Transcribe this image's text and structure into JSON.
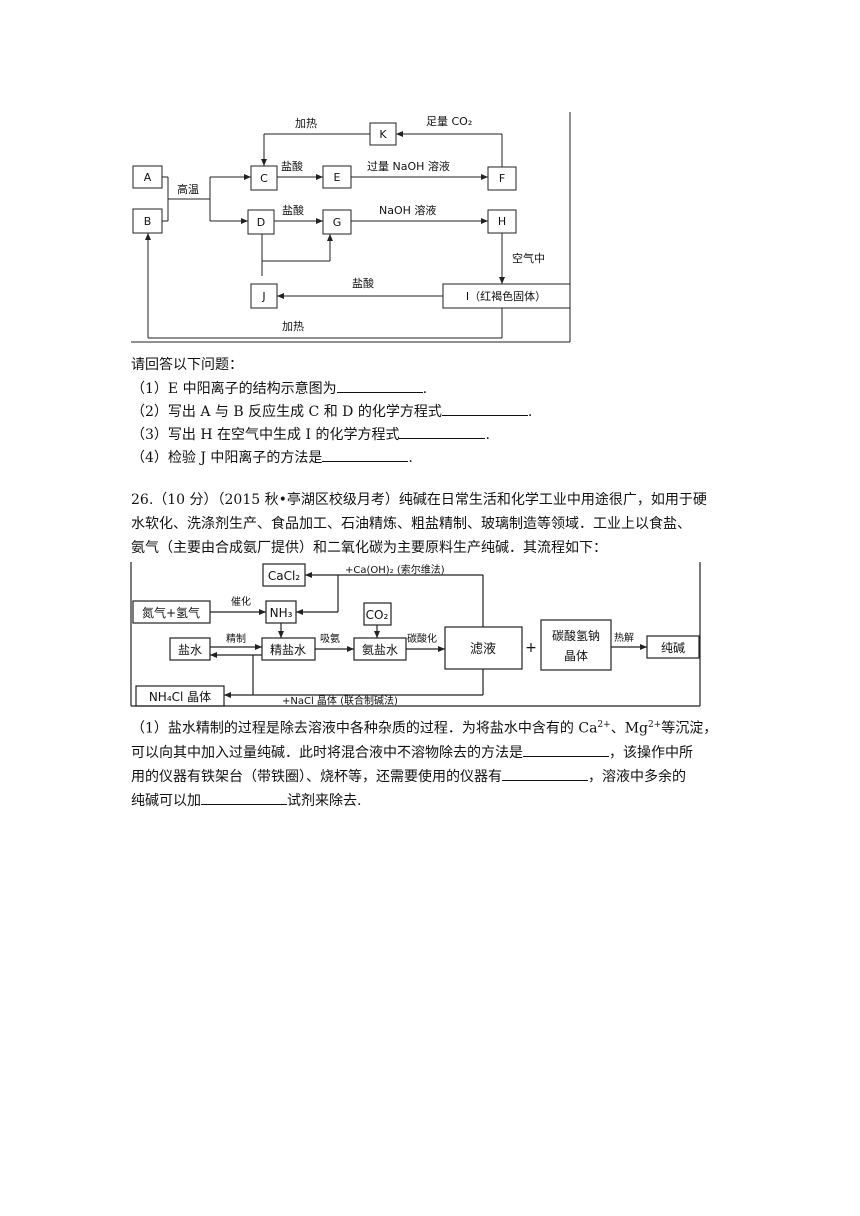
{
  "diagram1": {
    "nodes": {
      "A": "A",
      "B": "B",
      "C": "C",
      "D": "D",
      "E": "E",
      "F": "F",
      "G": "G",
      "H": "H",
      "J": "J",
      "K": "K",
      "I": "I（红褐色固体）"
    },
    "edge_labels": {
      "gaowen": "高温",
      "jiare_top": "加热",
      "zuliang_co2": "足量 CO₂",
      "yansuan_c": "盐酸",
      "guoliang_naoh": "过量 NaOH 溶液",
      "yansuan_d": "盐酸",
      "naoh": "NaOH 溶液",
      "kongqi": "空气中",
      "yansuan_i": "盐酸",
      "jiare_bottom": "加热"
    }
  },
  "q25": {
    "intro": "请回答以下问题：",
    "q1": "（1）E 中阳离子的结构示意图为",
    "q2": "（2）写出 A 与 B 反应生成 C 和 D 的化学方程式",
    "q3": "（3）写出 H 在空气中生成 I 的化学方程式",
    "q4": "（4）检验 J 中阳离子的方法是",
    "end": "."
  },
  "q26": {
    "line1": "26.（10 分）（2015 秋•亭湖区校级月考）纯碱在日常生活和化学工业中用途很广，如用于硬",
    "line2": "水软化、洗涤剂生产、食品加工、石油精炼、粗盐精制、玻璃制造等领域．工业上以食盐、",
    "line3": "氨气（主要由合成氨厂提供）和二氧化碳为主要原料生产纯碱．其流程如下："
  },
  "diagram2": {
    "cacl2": "CaCl₂",
    "caoh2_label": "+Ca(OH)₂ (索尔维法)",
    "n2h2": "氮气+氢气",
    "cuihua": "催化",
    "nh3": "NH₃",
    "co2": "CO₂",
    "yanshui": "盐水",
    "jingzhi": "精制",
    "jingyanshui": "精盐水",
    "xian": "吸氨",
    "anyanshui": "氨盐水",
    "tansuanhua": "碳酸化",
    "lvye": "滤液",
    "plus": "+",
    "nahco3_1": "碳酸氢钠",
    "nahco3_2": "晶体",
    "rejie": "热解",
    "chunjian": "纯碱",
    "nh4cl": "NH₄Cl 晶体",
    "nacl_label": "+NaCl 晶体 (联合制碱法)"
  },
  "q26_1": {
    "l1a": "（1）盐水精制的过程是除去溶液中各种杂质的过程．为将盐水中含有的 Ca",
    "l1b": "2+",
    "l1c": "、Mg",
    "l1d": "2+",
    "l1e": "等沉淀，",
    "l2a": "可以向其中加入过量纯碱．此时将混合液中不溶物除去的方法是",
    "l2b": "，该操作中所",
    "l3a": "用的仪器有铁架台（带铁圈）、烧杯等，还需要使用的仪器有",
    "l3b": "，溶液中多余的",
    "l4a": "纯碱可以加",
    "l4b": "试剂来除去."
  }
}
